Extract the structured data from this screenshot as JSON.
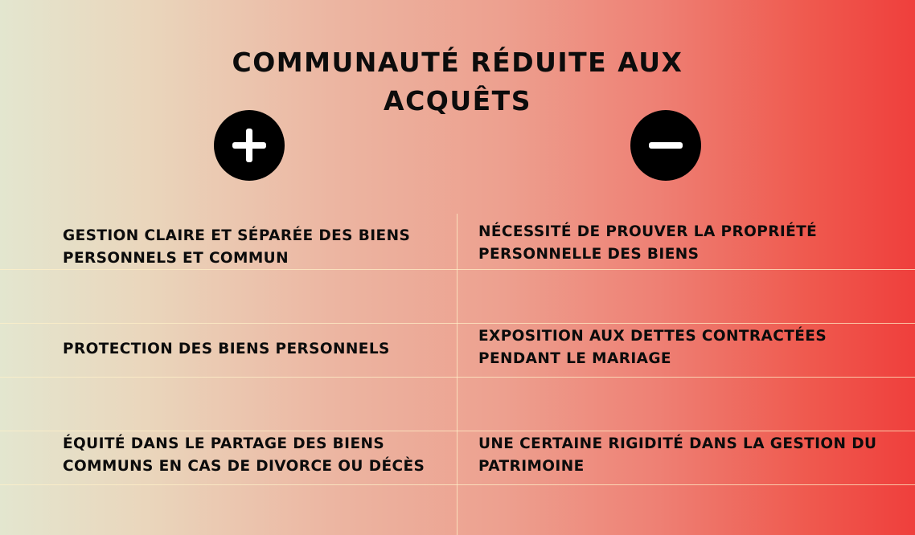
{
  "title": {
    "line1": "COMMUNAUTÉ RÉDUITE AUX",
    "line2": "ACQUÊTS"
  },
  "icons": {
    "pros": "plus-circle-icon",
    "cons": "minus-circle-icon"
  },
  "pros": [
    {
      "line1": "GESTION CLAIRE ET SÉPARÉE DES BIENS",
      "line2": "PERSONNELS ET COMMUN"
    },
    {
      "line1": "PROTECTION DES BIENS PERSONNELS"
    },
    {
      "line1": "ÉQUITÉ DANS LE PARTAGE DES BIENS",
      "line2": "COMMUNS EN CAS DE DIVORCE OU DÉCÈS"
    }
  ],
  "cons": [
    {
      "line1": "NÉCESSITÉ DE PROUVER LA PROPRIÉTÉ",
      "line2": "PERSONNELLE DES BIENS"
    },
    {
      "line1": "EXPOSITION AUX DETTES CONTRACTÉES",
      "line2": "PENDANT LE MARIAGE"
    },
    {
      "line1": "UNE CERTAINE RIGIDITÉ DANS LA GESTION DU",
      "line2": "PATRIMOINE"
    }
  ],
  "colors": {
    "gradient_start": "#e3e6cf",
    "gradient_end": "#ef3f3c",
    "text": "#0c0c0c",
    "icon_background": "#000000",
    "icon_foreground": "#ffffff",
    "grid_lines": "#fff0c8"
  }
}
